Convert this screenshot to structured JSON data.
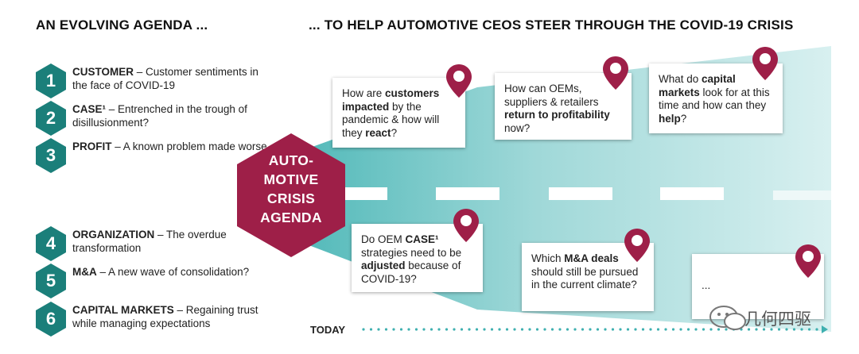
{
  "headings": {
    "left": "AN EVOLVING AGENDA ...",
    "right": "... TO HELP AUTOMOTIVE CEOS STEER THROUGH THE COVID-19 CRISIS"
  },
  "agenda_items": [
    {
      "number": "1",
      "title": "CUSTOMER",
      "text": " – Customer sentiments in the face of COVID-19"
    },
    {
      "number": "2",
      "title": "CASE¹",
      "text": " – Entrenched in the trough of disillusionment?"
    },
    {
      "number": "3",
      "title": "PROFIT",
      "text": " – A known problem made worse"
    },
    {
      "number": "4",
      "title": "ORGANIZATION",
      "text": " – The overdue transformation"
    },
    {
      "number": "5",
      "title": "M&A",
      "text": " – A new wave of consolidation?"
    },
    {
      "number": "6",
      "title": "CAPITAL MARKETS",
      "text": " – Regaining trust while managing expectations"
    }
  ],
  "center": {
    "lines": [
      "AUTO-",
      "MOTIVE",
      "CRISIS",
      "AGENDA"
    ]
  },
  "cards": {
    "customers": {
      "parts": [
        "How are ",
        "customers impacted",
        " by the pandemic & how will they ",
        "react",
        "?"
      ]
    },
    "oems": {
      "parts": [
        "How can OEMs, suppliers & retailers ",
        "return to profitability",
        " now?"
      ]
    },
    "capital": {
      "parts": [
        "What do ",
        "capital markets",
        " look for at this time and how can they ",
        "help",
        "?"
      ]
    },
    "case": {
      "parts": [
        "Do OEM ",
        "CASE¹",
        " strategies need to be ",
        "adjusted",
        " because of COVID-19?"
      ]
    },
    "ma": {
      "parts": [
        "Which ",
        "M&A deals",
        " should still be pursued in the current climate?"
      ]
    },
    "more": {
      "text": "..."
    }
  },
  "timeline": {
    "label": "TODAY"
  },
  "watermark": {
    "text": "几何四驱"
  },
  "colors": {
    "teal": "#1b7f7a",
    "crimson": "#9e1f48",
    "road": "#9fd8d8"
  },
  "icons": {
    "pin": "map-pin-icon",
    "wechat": "wechat-icon"
  }
}
